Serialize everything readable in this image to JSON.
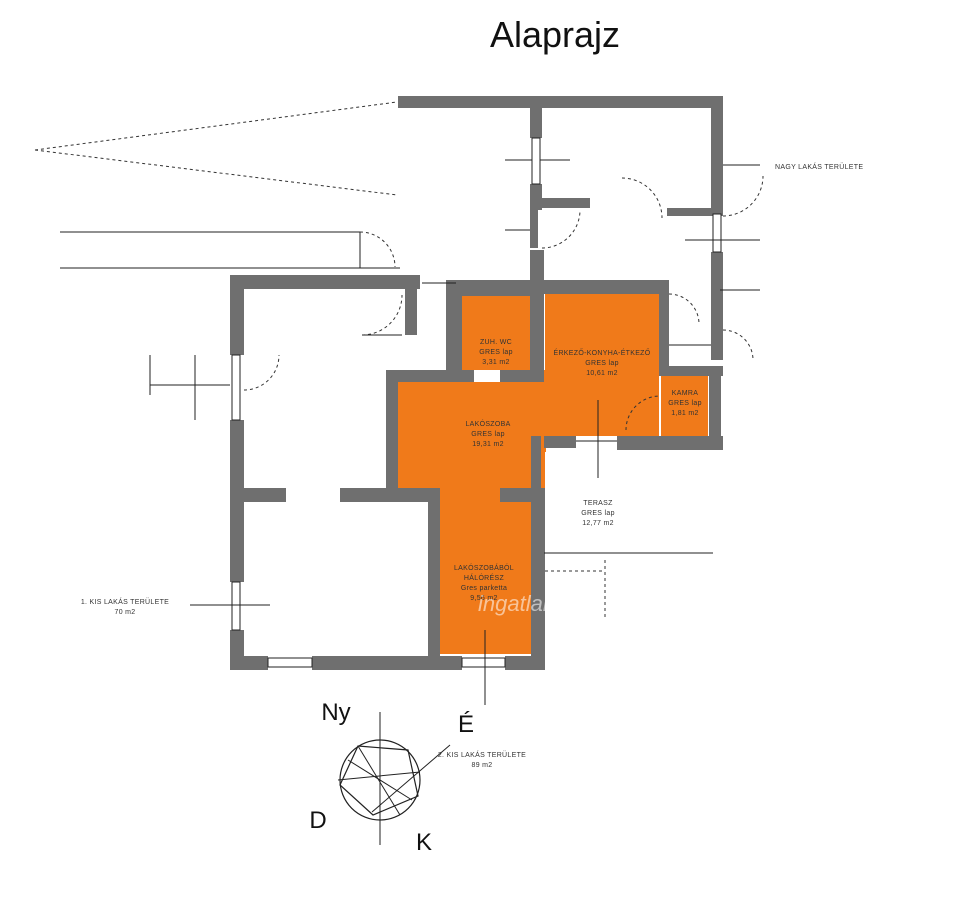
{
  "title": "Alaprajz",
  "rooms": {
    "zuhanyzo": {
      "name": "ZUH. WC",
      "floor": "GRES lap",
      "area": "3,31 m2"
    },
    "etkezo": {
      "name": "ÉRKEZŐ-KONYHA-ÉTKEZŐ",
      "floor": "GRES lap",
      "area": "10,61 m2"
    },
    "kamra": {
      "name": "KAMRA",
      "floor": "GRES lap",
      "area": "1,81 m2"
    },
    "lakoszoba": {
      "name": "LAKÓSZOBA",
      "floor": "GRES lap",
      "area": "19,31 m2"
    },
    "haloresz": {
      "name1": "LAKÓSZOBÁBÓL",
      "name2": "HÁLÓRÉSZ",
      "floor": "Gres parketta",
      "area": "9,56 m2"
    },
    "terasz": {
      "name": "TERASZ",
      "floor": "GRES lap",
      "area": "12,77 m2"
    }
  },
  "areas": {
    "nagy_lakas": "NAGY LAKÁS TERÜLETE",
    "kis_lakas_1_name": "1. KIS LAKÁS TERÜLETE",
    "kis_lakas_1_area": "70 m2",
    "kis_lakas_2_name": "2. KIS LAKÁS TERÜLETE",
    "kis_lakas_2_area": "89 m2"
  },
  "compass": {
    "north": "É",
    "west": "Ny",
    "south": "D",
    "east": "K"
  },
  "watermark": "ingatlan",
  "colors": {
    "wall": "#6f6f6f",
    "room": "#f07a1a"
  }
}
